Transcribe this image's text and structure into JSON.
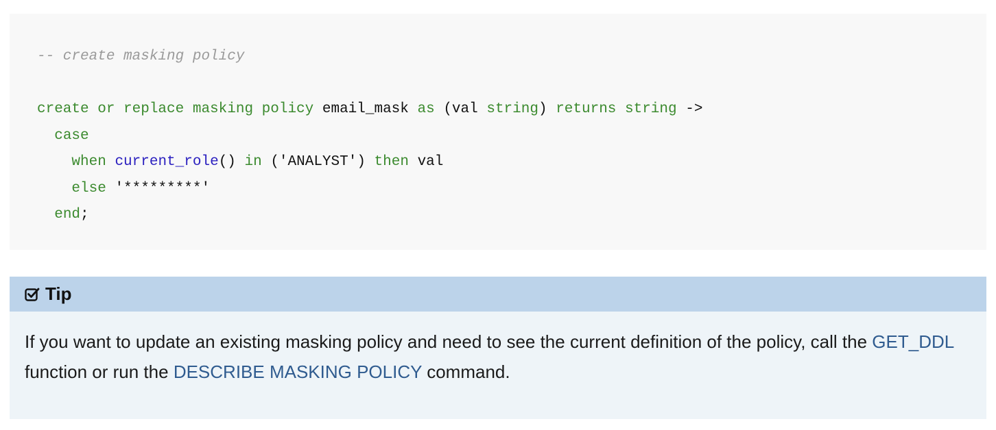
{
  "code": {
    "comment": "-- create masking policy",
    "line2": {
      "kw1": "create or replace masking policy",
      "name": " email_mask ",
      "kw2": "as",
      "paren_open": " (val ",
      "kw3": "string",
      "paren_close": ") ",
      "kw4": "returns string",
      "arrow": " ->"
    },
    "line3": {
      "kw": "case"
    },
    "line4": {
      "kw1": "when",
      "fn": "current_role",
      "mid": "() ",
      "kw2": "in",
      "str": " ('ANALYST') ",
      "kw3": "then",
      "tail": " val"
    },
    "line5": {
      "kw": "else",
      "str": " '*********'"
    },
    "line6": {
      "kw": "end",
      "tail": ";"
    }
  },
  "tip": {
    "icon": "checkbox-checked-icon",
    "title": "Tip",
    "text_before": "If you want to update an existing masking policy and need to see the current definition of the policy, call the ",
    "link1": "GET_DDL",
    "text_middle": " function or run the ",
    "link2": "DESCRIBE MASKING POLICY",
    "text_after": " command.",
    "colors": {
      "header_bg": "#bcd3ea",
      "body_bg": "#eef4f8",
      "link": "#2f5b8f"
    }
  }
}
